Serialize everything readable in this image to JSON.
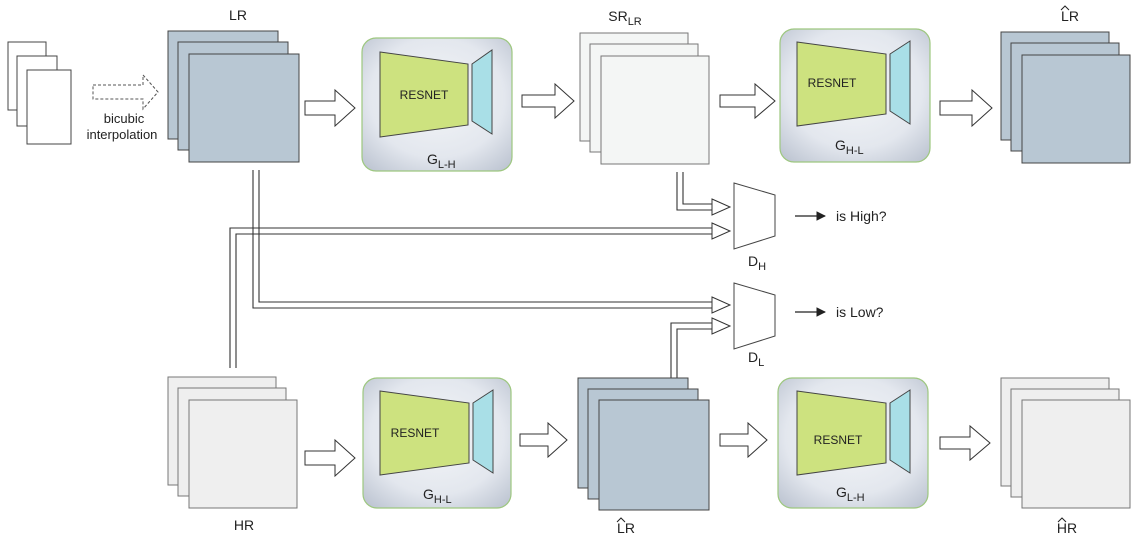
{
  "labels": {
    "lr_top": "LR",
    "sr_main": "SR",
    "sr_sub": "LR",
    "lr_hat_top": "LR",
    "hr_bottom": "HR",
    "lr_hat_bottom": "LR",
    "hr_hat_bottom": "HR",
    "bicubic_line1": "bicubic",
    "bicubic_line2": "interpolation",
    "resnet": "RESNET",
    "g_main": "G",
    "g_lh_sub": "L-H",
    "g_hl_sub": "H-L",
    "d_main": "D",
    "d_h_sub": "H",
    "d_l_sub": "L",
    "is_high": "is High?",
    "is_low": "is Low?"
  },
  "colors": {
    "lr_stack": "#b8c7d3",
    "sr_stack": "#f4f6f5",
    "hr_stack": "#efefef",
    "resnet_green": "#cde27f",
    "decoder_cyan": "#a9dfe7",
    "generator_border": "#9dc77f"
  }
}
